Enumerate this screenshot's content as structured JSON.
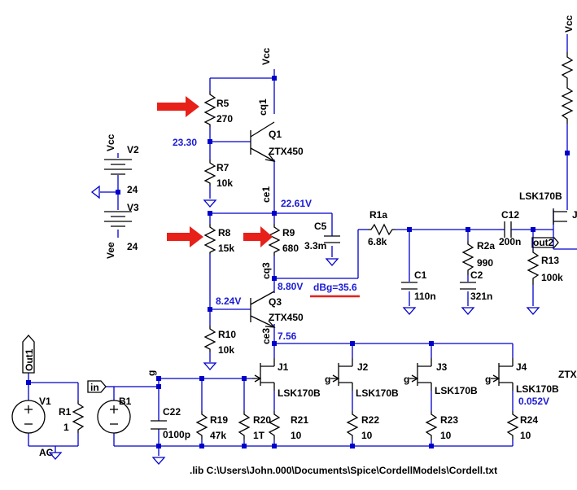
{
  "colors": {
    "wire": "#0000cc",
    "voltage": "#1a1ad6",
    "arrow": "#e8201a",
    "component": "#000000"
  },
  "icons": [
    "red-arrow-icon",
    "ground-icon",
    "battery-icon",
    "resistor-icon",
    "npn-transistor-icon",
    "jfet-icon",
    "capacitor-icon",
    "source-icon"
  ],
  "rails": {
    "vcc_top": "Vcc",
    "vcc_right": "Vcc",
    "vcc_v2": "Vcc",
    "vee_v3": "Vee"
  },
  "components": {
    "R5": {
      "name": "R5",
      "value": "270"
    },
    "R7": {
      "name": "R7",
      "value": "10k"
    },
    "R8": {
      "name": "R8",
      "value": "15k"
    },
    "R9": {
      "name": "R9",
      "value": "680"
    },
    "R10": {
      "name": "R10",
      "value": "10k"
    },
    "Q1": {
      "name": "Q1",
      "model": "ZTX450"
    },
    "Q3": {
      "name": "Q3",
      "model": "ZTX450"
    },
    "V2": {
      "name": "V2",
      "value": "24"
    },
    "V3": {
      "name": "V3",
      "value": "24"
    },
    "C5": {
      "name": "C5",
      "value": "3.3m"
    },
    "R1a": {
      "name": "R1a",
      "value": "6.8k"
    },
    "C1": {
      "name": "C1",
      "value": "110n"
    },
    "R2a": {
      "name": "R2a",
      "value": "990"
    },
    "C2": {
      "name": "C2",
      "value": "321n"
    },
    "C12": {
      "name": "C12",
      "value": "200n"
    },
    "R13": {
      "name": "R13",
      "value": "100k"
    },
    "J1": {
      "name": "J1",
      "model": "LSK170B"
    },
    "J2": {
      "name": "J2",
      "model": "LSK170B"
    },
    "J3": {
      "name": "J3",
      "model": "LSK170B"
    },
    "J4": {
      "name": "J4",
      "model": "LSK170B"
    },
    "Jright": {
      "model": "LSK170B",
      "partial": "J"
    },
    "R21": {
      "name": "R21",
      "value": "10"
    },
    "R22": {
      "name": "R22",
      "value": "10"
    },
    "R23": {
      "name": "R23",
      "value": "10"
    },
    "R24": {
      "name": "R24",
      "value": "10"
    },
    "R19": {
      "name": "R19",
      "value": "47k"
    },
    "R20": {
      "name": "R20",
      "value": "1T"
    },
    "C22": {
      "name": "C22",
      "value": "0100p"
    },
    "V1": {
      "name": "V1"
    },
    "R1": {
      "name": "R1",
      "value": "1"
    },
    "B1": {
      "name": "B1"
    }
  },
  "nets": {
    "cq1": "cq1",
    "ce1": "ce1",
    "cq3": "cq3",
    "ce3": "ce3",
    "out1": "Out1",
    "out2": "out2",
    "in": "in",
    "g": "g",
    "ac": "AC",
    "g_j2": "g",
    "g_j3": "g",
    "g_j4": "g"
  },
  "voltages": {
    "v_23_30": "23.30",
    "v_22_61": "22.61V",
    "v_8_80": "8.80V",
    "v_8_24": "8.24V",
    "v_7_56": "7.56",
    "v_0_052": "0.052V"
  },
  "annotations": {
    "dbg": "dBg=35.6",
    "ztx_partial": "ZTX"
  },
  "footer": {
    "lib": ".lib C:\\Users\\John.000\\Documents\\Spice\\CordellModels\\Cordell.txt"
  }
}
